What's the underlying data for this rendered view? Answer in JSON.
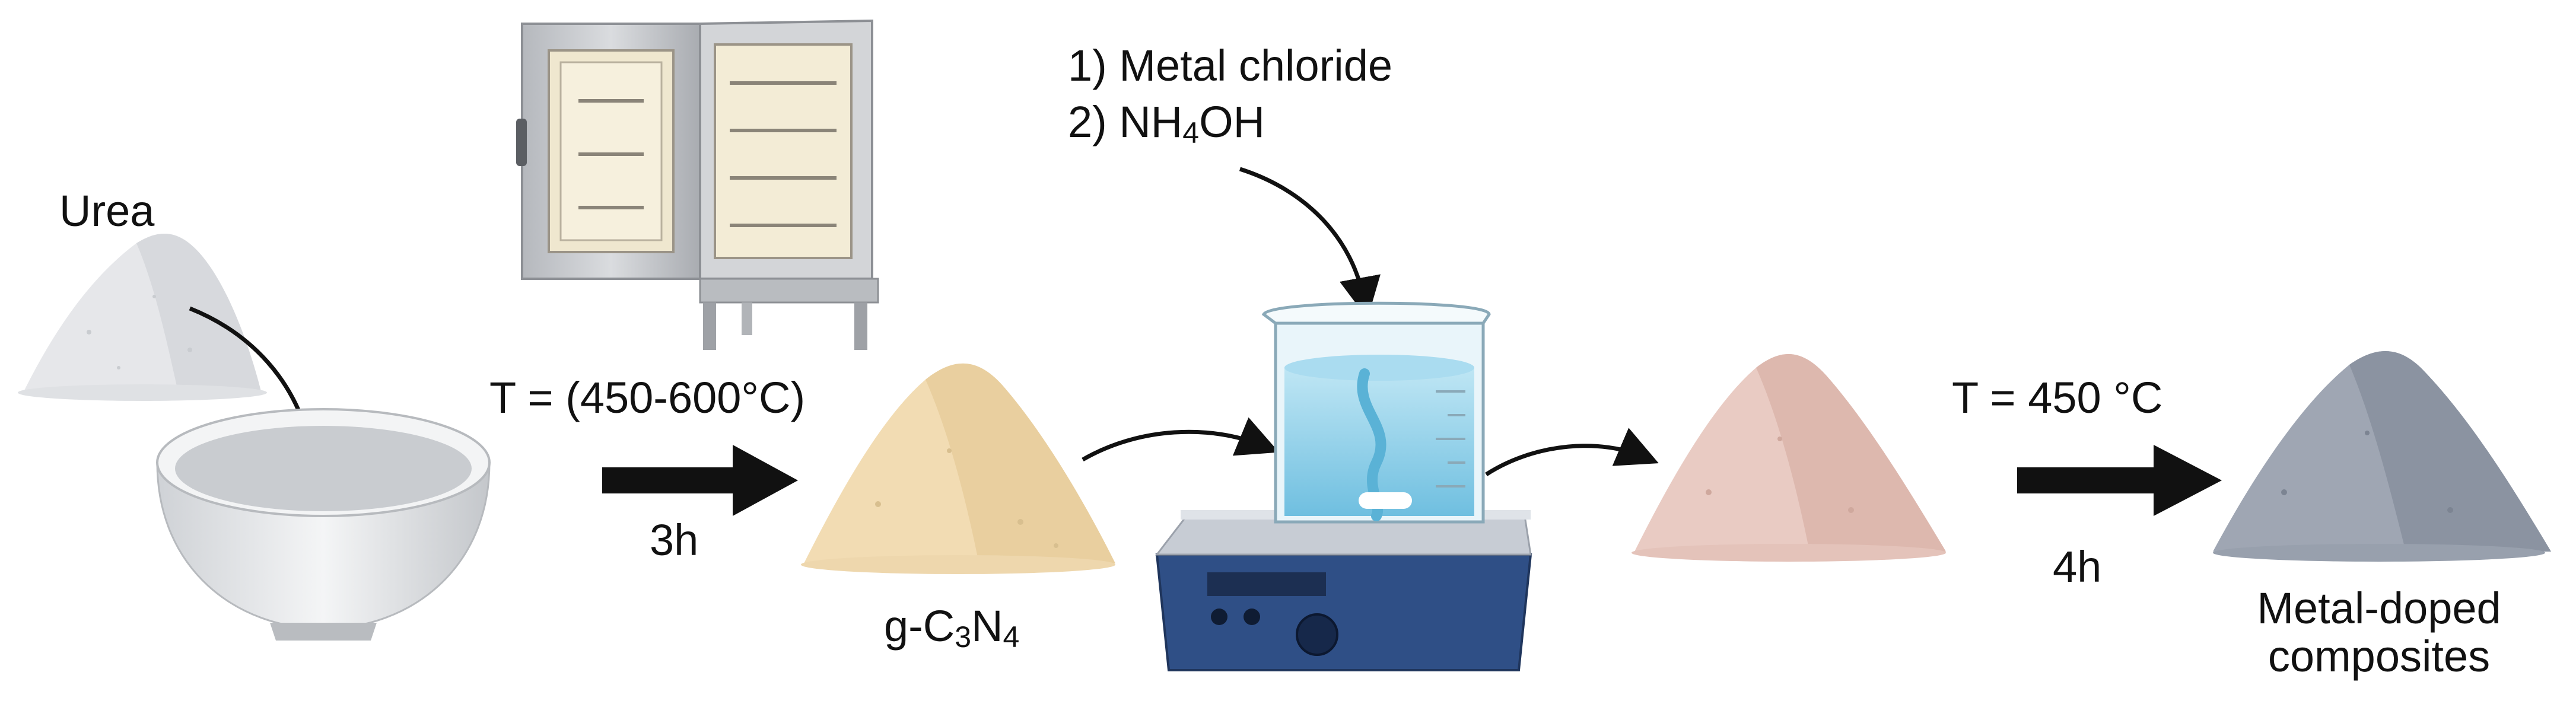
{
  "labels": {
    "urea": "Urea",
    "temp1": "T = (450-600°C)",
    "time1": "3h",
    "gcn_prefix": "g-C",
    "gcn_sub1": "3",
    "gcn_mid": "N",
    "gcn_sub2": "4",
    "reagent1": "1) Metal chloride",
    "reagent2_prefix": "2) NH",
    "reagent2_sub": "4",
    "reagent2_suffix": "OH",
    "temp2": "T = 450 °C",
    "time2": "4h",
    "product_line1": "Metal-doped",
    "product_line2": "composites"
  },
  "colors": {
    "urea": "#e6e7ea",
    "gcn": "#f2dcb3",
    "intermediate": "#e9cbc3",
    "product": "#9fa6b3",
    "water": "#8fcfe8",
    "stirrer": "#2f4f86",
    "arrow": "#111111"
  }
}
